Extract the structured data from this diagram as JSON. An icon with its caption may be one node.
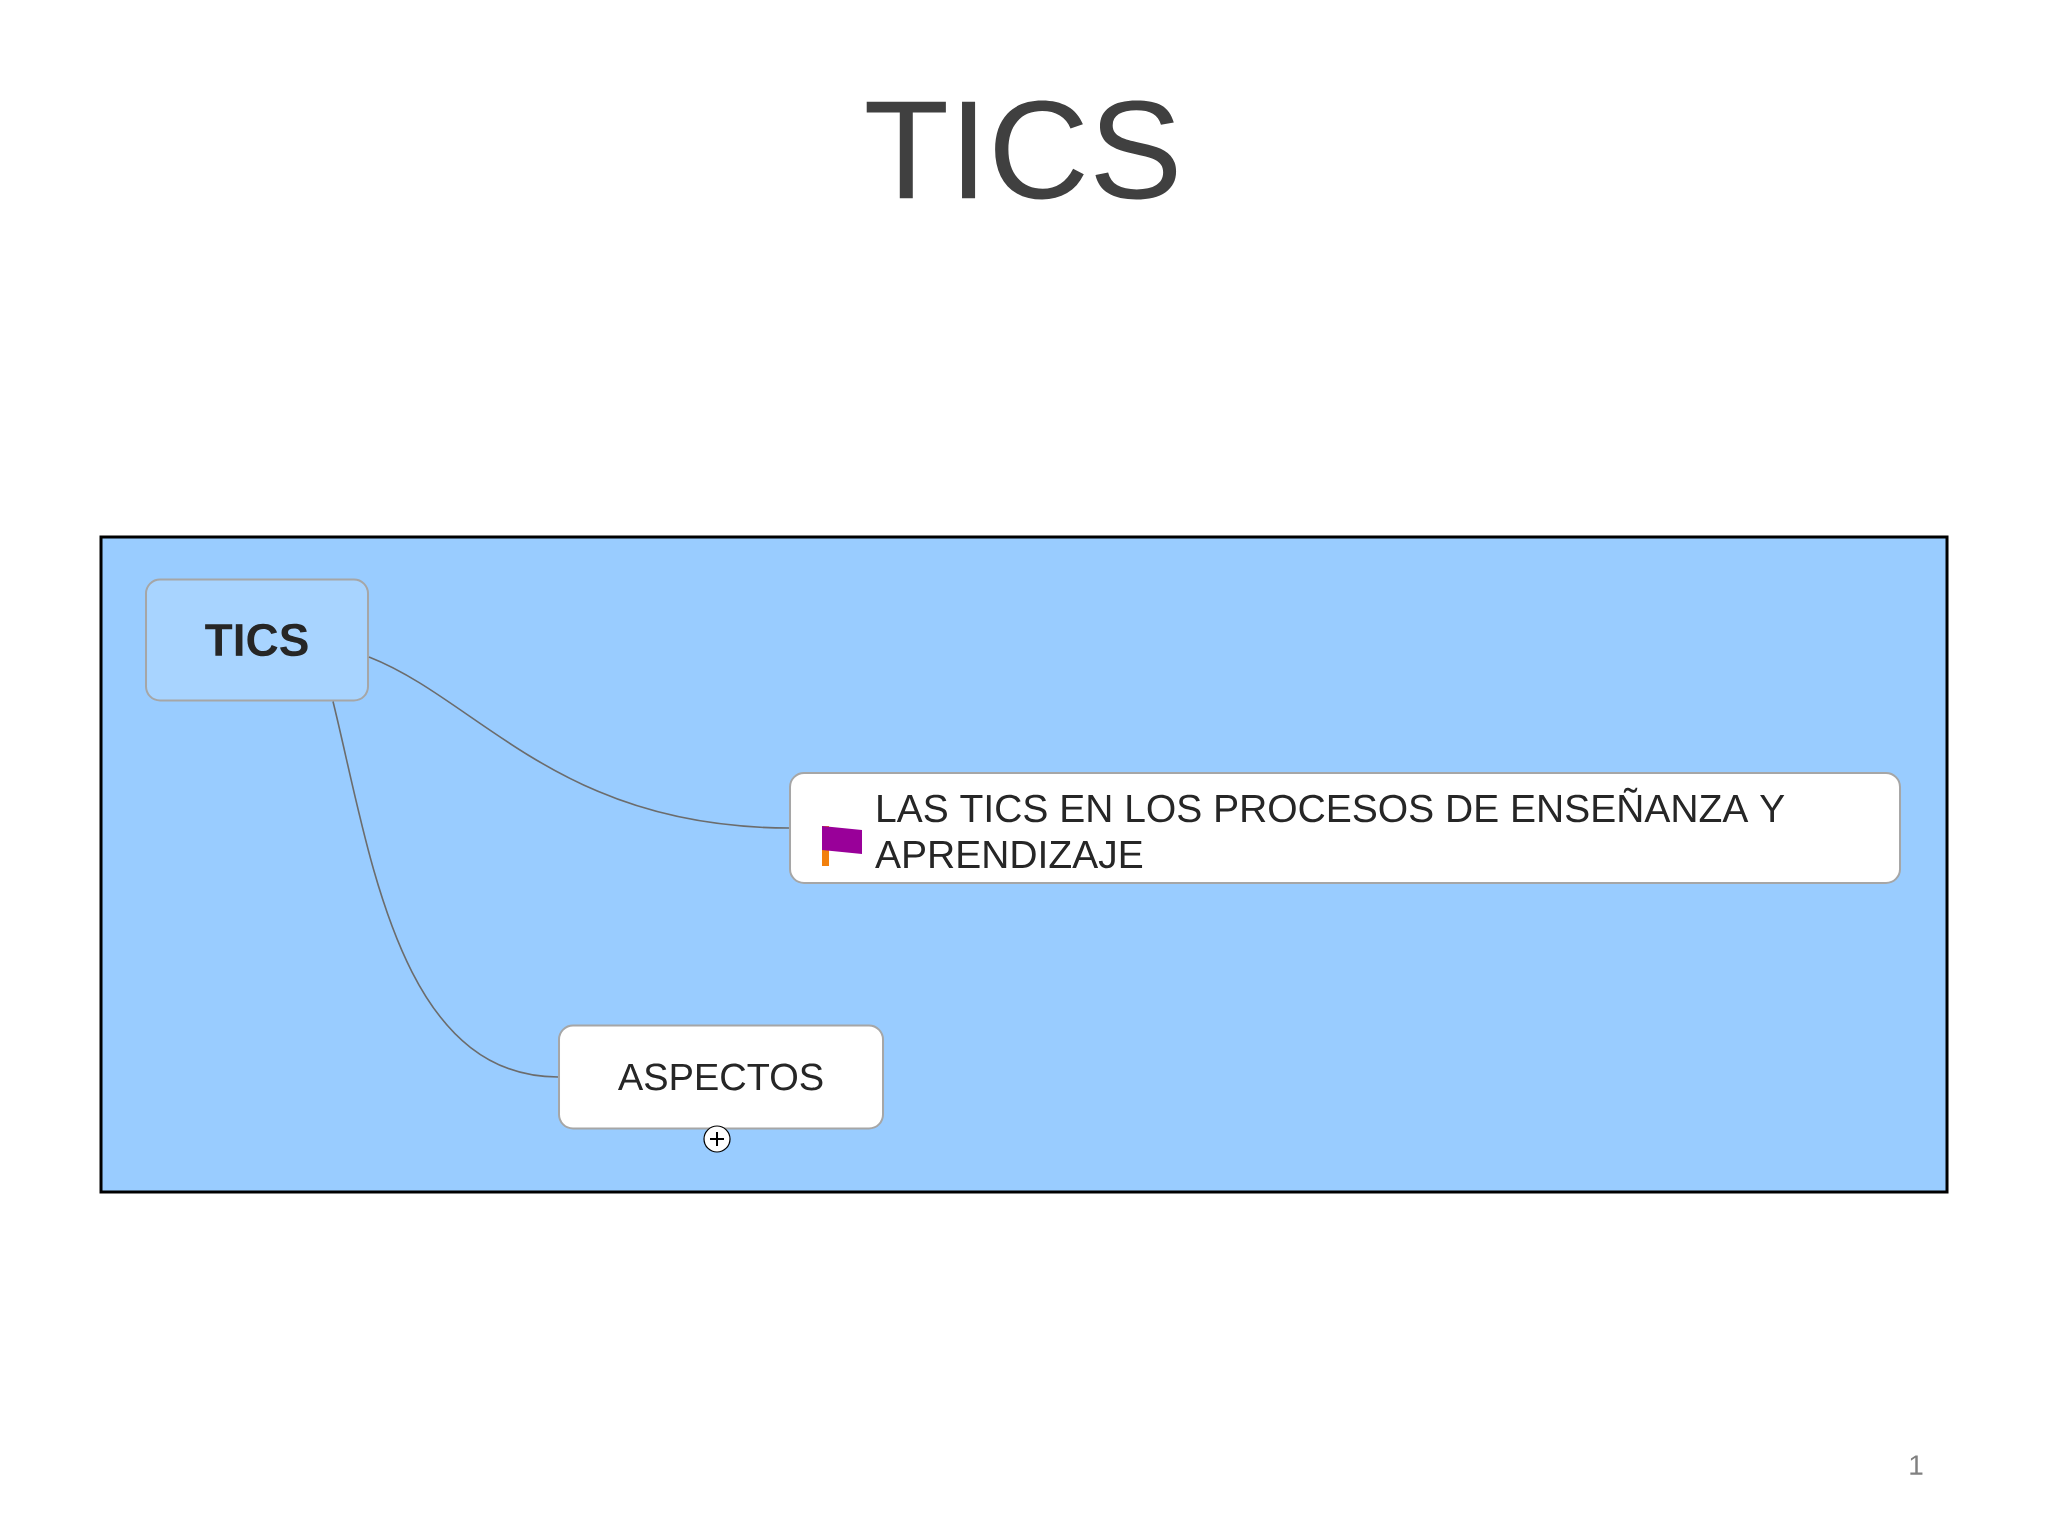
{
  "diagram": {
    "title": "TICS",
    "nodes": [
      {
        "text": [
          "TICS"
        ]
      },
      {
        "text": [
          "LAS TICS EN LOS PROCESOS DE ENSEÑANZA Y APRENDIZAJE"
        ]
      },
      {
        "text": [
          "ASPECTOS"
        ]
      }
    ],
    "edges": [
      {
        "from": 0,
        "to": 1,
        "arrow": "none"
      },
      {
        "from": 0,
        "to": 2,
        "arrow": "none"
      }
    ],
    "labels": [
      "1"
    ]
  }
}
